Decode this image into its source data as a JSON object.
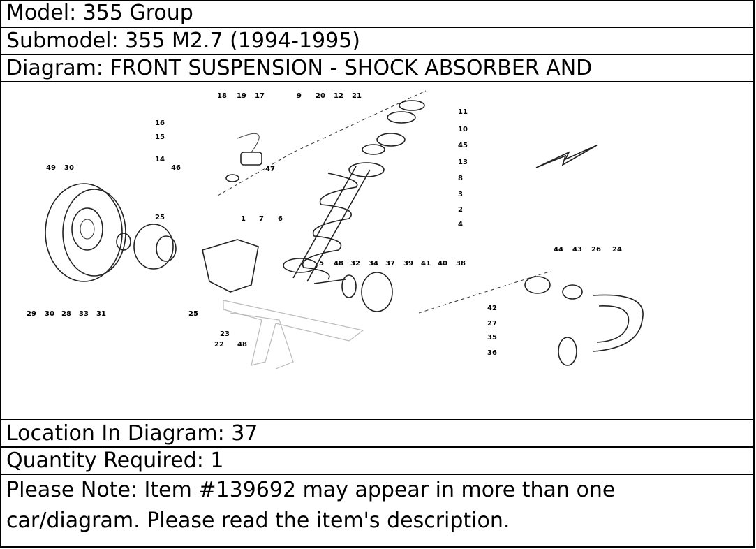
{
  "header": {
    "model": "Model: 355 Group",
    "submodel": "Submodel: 355 M2.7 (1994-1995)",
    "diagram": "Diagram: FRONT SUSPENSION - SHOCK ABSORBER AND"
  },
  "diagram_labels": [
    "18",
    "19",
    "17",
    "9",
    "20",
    "12",
    "21",
    "11",
    "10",
    "45",
    "13",
    "8",
    "3",
    "2",
    "4",
    "16",
    "15",
    "14",
    "46",
    "47",
    "49",
    "30",
    "25",
    "1",
    "7",
    "6",
    "5",
    "48",
    "32",
    "34",
    "37",
    "39",
    "41",
    "40",
    "38",
    "44",
    "43",
    "26",
    "24",
    "42",
    "27",
    "35",
    "36",
    "29",
    "30",
    "28",
    "33",
    "31",
    "25",
    "23",
    "22",
    "48"
  ],
  "footer": {
    "location": "Location In Diagram: 37",
    "quantity": "Quantity Required: 1",
    "note_line1": "Please Note: Item #139692 may appear in more than one",
    "note_line2": "car/diagram. Please read the item's description."
  }
}
